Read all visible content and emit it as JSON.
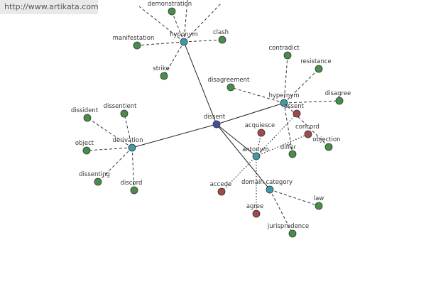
{
  "watermark": "http://www.artikata.com",
  "colors": {
    "root": "#3f4f9e",
    "hub": "#3f9aa3",
    "synonym": "#4a8c4a",
    "antonym": "#a04a4a"
  },
  "nodes": {
    "dissent": {
      "label": "dissent",
      "kind": "root"
    },
    "hyponym": {
      "label": "hyponym",
      "kind": "hub"
    },
    "hypernym": {
      "label": "hypernym",
      "kind": "hub"
    },
    "derivation": {
      "label": "derivation",
      "kind": "hub"
    },
    "antonym": {
      "label": "antonym",
      "kind": "hub"
    },
    "domain_category": {
      "label": "domain category",
      "kind": "hub"
    },
    "demonstration": {
      "label": "demonstration",
      "kind": "synonym"
    },
    "manifestation": {
      "label": "manifestation",
      "kind": "synonym"
    },
    "clash": {
      "label": "clash",
      "kind": "synonym"
    },
    "strike": {
      "label": "strike",
      "kind": "synonym"
    },
    "contradict": {
      "label": "contradict",
      "kind": "synonym"
    },
    "resistance": {
      "label": "resistance",
      "kind": "synonym"
    },
    "disagreement": {
      "label": "disagreement",
      "kind": "synonym"
    },
    "disagree": {
      "label": "disagree",
      "kind": "synonym"
    },
    "differ": {
      "label": "differ",
      "kind": "synonym"
    },
    "objection": {
      "label": "objection",
      "kind": "synonym"
    },
    "dissident": {
      "label": "dissident",
      "kind": "synonym"
    },
    "dissentient": {
      "label": "dissentient",
      "kind": "synonym"
    },
    "object": {
      "label": "object",
      "kind": "synonym"
    },
    "dissenting": {
      "label": "dissenting",
      "kind": "synonym"
    },
    "discord": {
      "label": "discord",
      "kind": "synonym"
    },
    "law": {
      "label": "law",
      "kind": "synonym"
    },
    "jurisprudence": {
      "label": "jurisprudence",
      "kind": "synonym"
    },
    "assent": {
      "label": "assent",
      "kind": "antonym"
    },
    "acquiesce": {
      "label": "acquiesce",
      "kind": "antonym"
    },
    "concord": {
      "label": "concord",
      "kind": "antonym"
    },
    "accede": {
      "label": "accede",
      "kind": "antonym"
    },
    "agree": {
      "label": "agree",
      "kind": "antonym"
    }
  },
  "edges": [
    {
      "from": "dissent",
      "to": "hyponym",
      "style": "solid"
    },
    {
      "from": "dissent",
      "to": "hypernym",
      "style": "solid"
    },
    {
      "from": "dissent",
      "to": "derivation",
      "style": "solid"
    },
    {
      "from": "dissent",
      "to": "antonym",
      "style": "solid"
    },
    {
      "from": "dissent",
      "to": "domain_category",
      "style": "solid"
    },
    {
      "from": "hyponym",
      "to": "demonstration",
      "style": "dashed"
    },
    {
      "from": "hyponym",
      "to": "manifestation",
      "style": "dashed"
    },
    {
      "from": "hyponym",
      "to": "clash",
      "style": "dashed"
    },
    {
      "from": "hyponym",
      "to": "strike",
      "style": "dashed"
    },
    {
      "from": "hyponym",
      "to": "top_left_stub",
      "style": "dashed"
    },
    {
      "from": "hyponym",
      "to": "top_mid_stub",
      "style": "dashed"
    },
    {
      "from": "hyponym",
      "to": "top_right_stub",
      "style": "dashed"
    },
    {
      "from": "hypernym",
      "to": "contradict",
      "style": "dashed"
    },
    {
      "from": "hypernym",
      "to": "resistance",
      "style": "dashed"
    },
    {
      "from": "hypernym",
      "to": "disagreement",
      "style": "dashed"
    },
    {
      "from": "hypernym",
      "to": "disagree",
      "style": "dashed"
    },
    {
      "from": "hypernym",
      "to": "differ",
      "style": "dashed"
    },
    {
      "from": "hypernym",
      "to": "objection",
      "style": "dashed"
    },
    {
      "from": "derivation",
      "to": "dissident",
      "style": "dashed"
    },
    {
      "from": "derivation",
      "to": "dissentient",
      "style": "dashed"
    },
    {
      "from": "derivation",
      "to": "object",
      "style": "dashed"
    },
    {
      "from": "derivation",
      "to": "dissenting",
      "style": "dashed"
    },
    {
      "from": "derivation",
      "to": "discord",
      "style": "dashed"
    },
    {
      "from": "antonym",
      "to": "assent",
      "style": "dotted"
    },
    {
      "from": "antonym",
      "to": "acquiesce",
      "style": "dotted"
    },
    {
      "from": "antonym",
      "to": "concord",
      "style": "dotted"
    },
    {
      "from": "antonym",
      "to": "accede",
      "style": "dotted"
    },
    {
      "from": "antonym",
      "to": "agree",
      "style": "dotted"
    },
    {
      "from": "domain_category",
      "to": "law",
      "style": "dashed"
    },
    {
      "from": "domain_category",
      "to": "jurisprudence",
      "style": "dashed"
    }
  ]
}
